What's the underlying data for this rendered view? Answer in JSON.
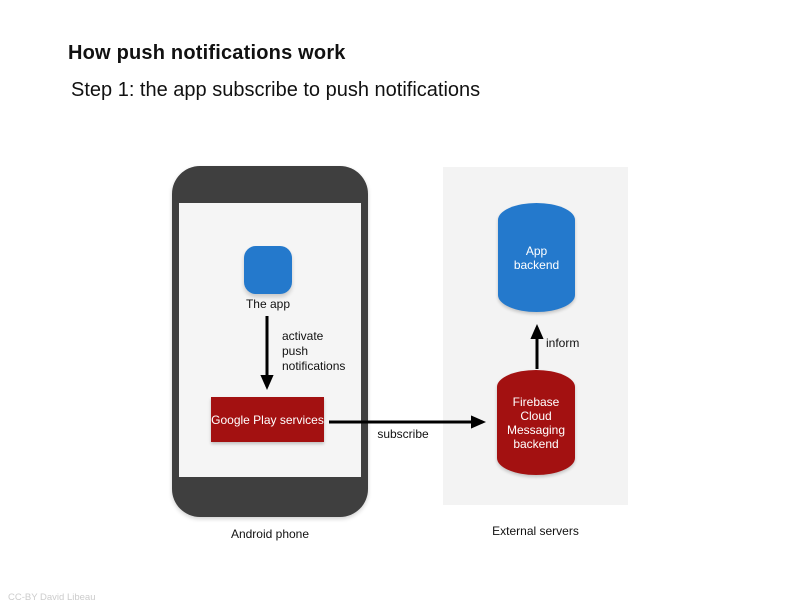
{
  "slide": {
    "title": "How push notifications work",
    "subtitle": "Step 1: the app subscribe to push notifications",
    "credit": "CC-BY David Libeau"
  },
  "diagram": {
    "phone": {
      "caption": "Android phone",
      "app_label": "The app",
      "play_services_label": "Google Play services"
    },
    "servers": {
      "caption": "External servers",
      "app_backend_label": "App\nbackend",
      "fcm_label": "Firebase\nCloud\nMessaging\nbackend"
    },
    "arrows": {
      "activate_label": "activate\npush\nnotifications",
      "subscribe_label": "subscribe",
      "inform_label": "inform"
    }
  },
  "colors": {
    "blue": "#2479cc",
    "red": "#a31111",
    "phone_frame": "#3f3f3f",
    "screen_bg": "#f5f5f5",
    "panel_bg": "#f3f3f3",
    "arrow": "#000000"
  }
}
